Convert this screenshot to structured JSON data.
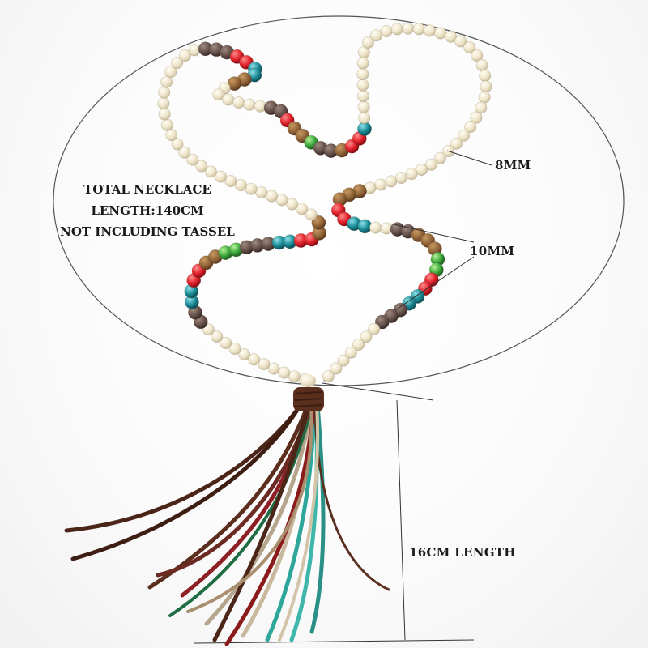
{
  "annotations": {
    "total_length_lines": [
      "TOTAL NECKLACE",
      "LENGTH:140CM",
      "NOT INCLUDING TASSEL"
    ],
    "bead_small_size": "8MM",
    "bead_large_size": "10MM",
    "tassel_length": "16CM LENGTH"
  },
  "colors": {
    "background": "#ffffff",
    "ivory_bead": "#efe6cc",
    "line": "#3a3a3a",
    "tassel_brown": "#4a2518",
    "tassel_teal": "#2fa69a",
    "tassel_red": "#8e1f24",
    "tassel_tan": "#b5a58c"
  }
}
